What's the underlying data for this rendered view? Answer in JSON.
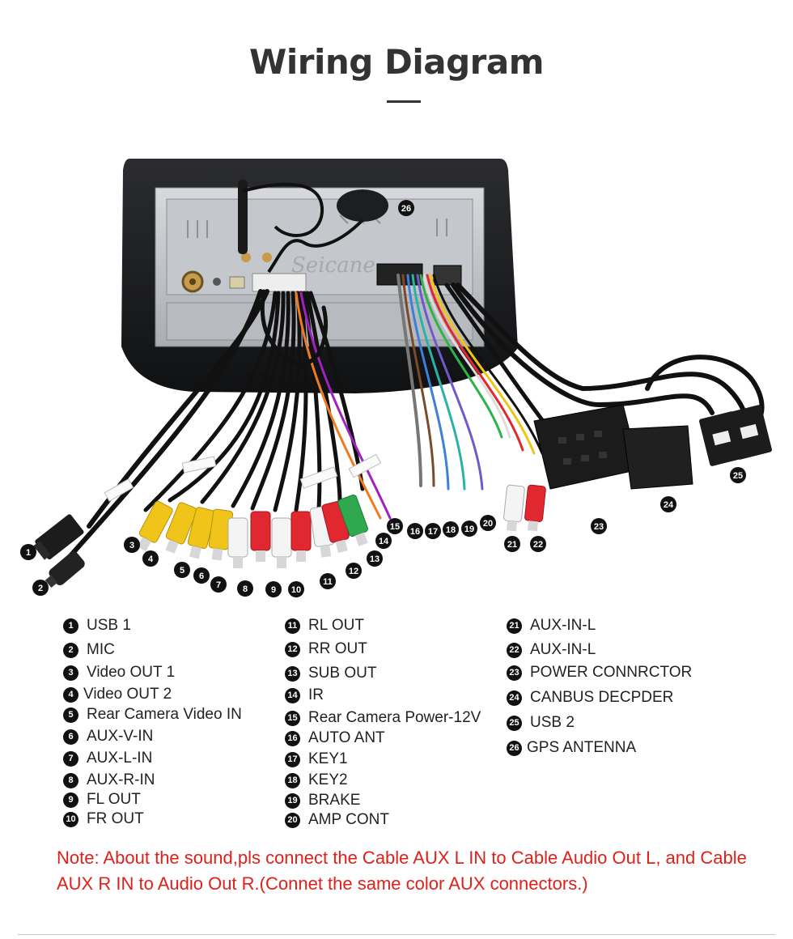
{
  "title": "Wiring Diagram",
  "watermark": "Seicane",
  "colors": {
    "note": "#e0201a",
    "badge": "#111111",
    "title": "#333333"
  },
  "legend": [
    {
      "num": "1",
      "label": "USB 1"
    },
    {
      "num": "2",
      "label": "MIC"
    },
    {
      "num": "3",
      "label": "Video OUT 1"
    },
    {
      "num": "4",
      "label": "Video OUT 2"
    },
    {
      "num": "5",
      "label": "Rear Camera Video IN"
    },
    {
      "num": "6",
      "label": "AUX-V-IN"
    },
    {
      "num": "7",
      "label": "AUX-L-IN"
    },
    {
      "num": "8",
      "label": "AUX-R-IN"
    },
    {
      "num": "9",
      "label": "FL OUT"
    },
    {
      "num": "10",
      "label": "FR OUT"
    },
    {
      "num": "11",
      "label": "RL OUT"
    },
    {
      "num": "12",
      "label": "RR OUT"
    },
    {
      "num": "13",
      "label": "SUB OUT"
    },
    {
      "num": "14",
      "label": "IR"
    },
    {
      "num": "15",
      "label": "Rear Camera Power-12V"
    },
    {
      "num": "16",
      "label": "AUTO  ANT"
    },
    {
      "num": "17",
      "label": "KEY1"
    },
    {
      "num": "18",
      "label": "KEY2"
    },
    {
      "num": "19",
      "label": "BRAKE"
    },
    {
      "num": "20",
      "label": "AMP CONT"
    },
    {
      "num": "21",
      "label": "AUX-IN-L"
    },
    {
      "num": "22",
      "label": "AUX-IN-L"
    },
    {
      "num": "23",
      "label": "POWER CONNRCTOR"
    },
    {
      "num": "24",
      "label": "CANBUS DECPDER"
    },
    {
      "num": "25",
      "label": "USB 2"
    },
    {
      "num": "26",
      "label": "GPS ANTENNA"
    }
  ],
  "note": "Note: About the sound,pls connect the Cable AUX L IN to Cable Audio Out L, and Cable AUX R IN to  Audio Out R.(Connet the same color AUX connectors.)"
}
